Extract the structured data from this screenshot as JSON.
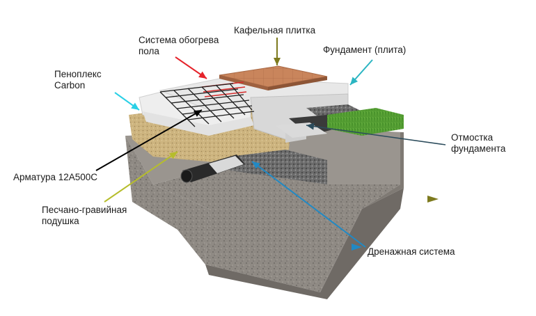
{
  "labels": {
    "heating": "Система обогрева\nпола",
    "tile": "Кафельная плитка",
    "foundation": "Фундамент (плита)",
    "penoplex": "Пеноплекс\nCarbon",
    "otmostka": "Отмостка\nфундамента",
    "rebar": "Арматура 12А500С",
    "cushion": "Песчано-гравийная\nподушка",
    "drainage": "Дренажная система"
  },
  "colors": {
    "heating_arrow": "#e5232b",
    "tile_arrow": "#7d7a1e",
    "foundation_arrow": "#2bb5c2",
    "penoplex_arrow": "#2ad0e6",
    "otmostka_arrow": "#2c4c5c",
    "rebar_arrow": "#000000",
    "cushion_arrow": "#b6bd2c",
    "drainage_arrow": "#2189c4",
    "tile": "#c9855c",
    "slab": "#e6e6e6",
    "sand": "#c9b07a",
    "soil": "#8d8882",
    "grass": "#5fa83a",
    "gravel": "#6f6f6f"
  }
}
